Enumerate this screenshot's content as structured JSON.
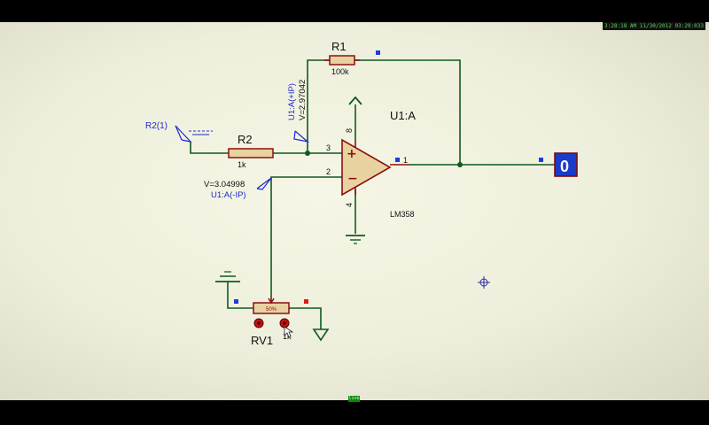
{
  "clock": {
    "text": "3:28:18 AM 11/30/2012 03:29:033"
  },
  "status": {
    "led_text": "live"
  },
  "resistors": {
    "r1": {
      "ref": "R1",
      "value": "100k"
    },
    "r2": {
      "ref": "R2",
      "value": "1k"
    }
  },
  "opamp": {
    "ref": "U1:A",
    "part": "LM358"
  },
  "pins": {
    "noninv": "3",
    "inv": "2",
    "out": "1",
    "vcc": "8",
    "gnd": "4"
  },
  "potentiometer": {
    "ref": "RV1",
    "value": "1k",
    "percent": "50%"
  },
  "generator": {
    "label": "R2(1)"
  },
  "probes": {
    "plus": {
      "name": "U1:A(+IP)",
      "voltage": "V=2.97042"
    },
    "minus": {
      "name": "U1:A(-IP)",
      "voltage": "V=3.04998"
    }
  },
  "logic_output": {
    "value": "0"
  },
  "colors": {
    "wire": "#0e5a1e",
    "component": "#8c1010",
    "component_fill": "#e8d2a0",
    "probe": "#1a2ad0",
    "marker_blue": "#1f3be0",
    "marker_red": "#e01a1a",
    "logic_fill": "#1a3acc"
  }
}
